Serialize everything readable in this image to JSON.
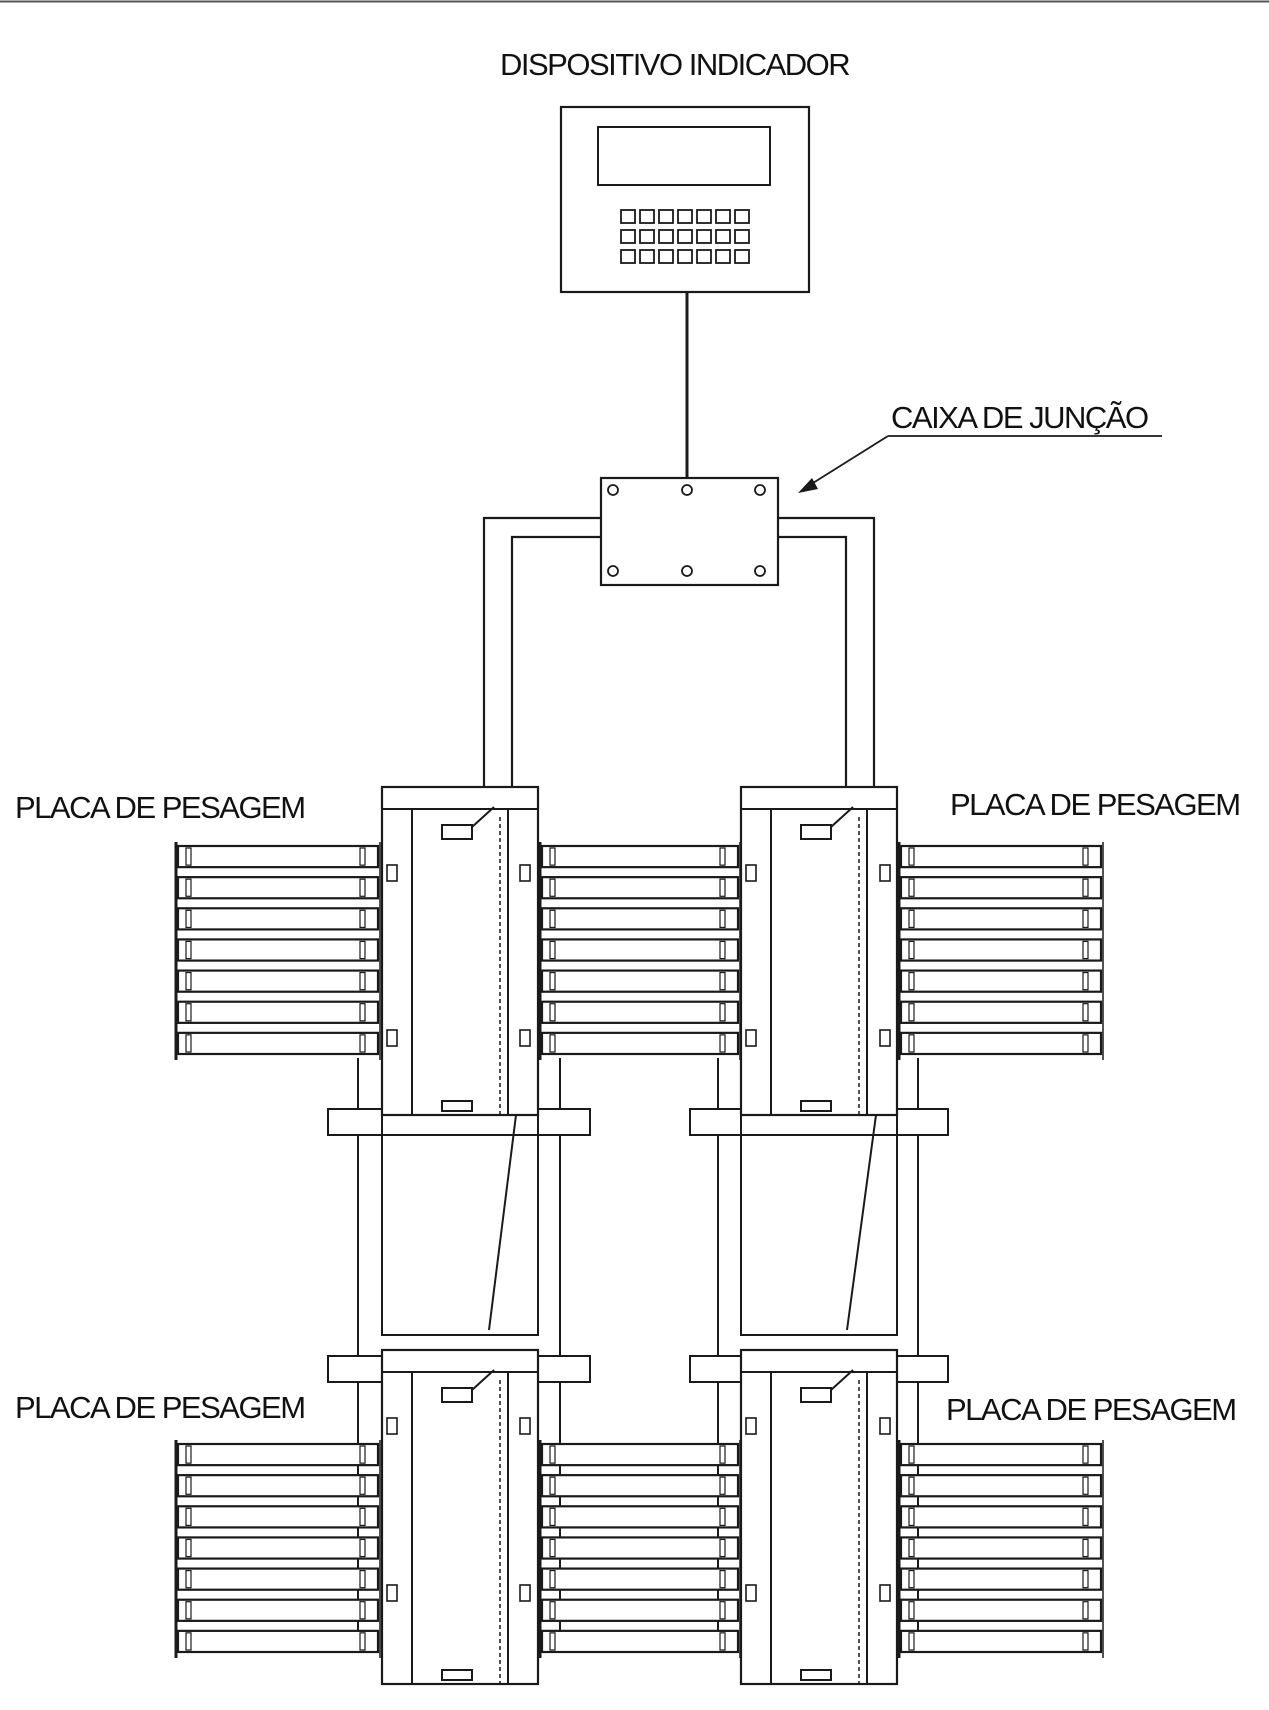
{
  "diagram": {
    "labels": {
      "indicator": "DISPOSITIVO INDICADOR",
      "junction_box": "CAIXA DE JUNÇÃO",
      "plate_top_left": "PLACA DE PESAGEM",
      "plate_top_right": "PLACA DE PESAGEM",
      "plate_bottom_left": "PLACA DE PESAGEM",
      "plate_bottom_right": "PLACA DE PESAGEM"
    },
    "colors": {
      "line": "#1a1a1a",
      "background": "#ffffff"
    }
  }
}
